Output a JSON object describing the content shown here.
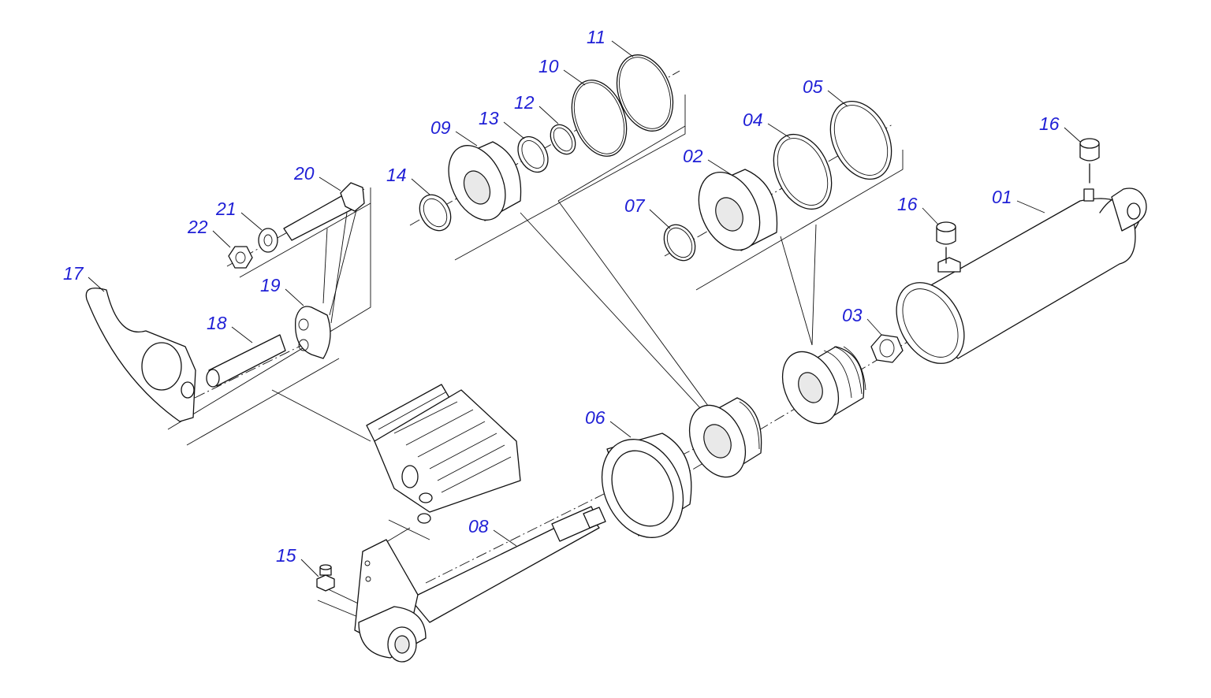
{
  "labels": {
    "p01": "01",
    "p02": "02",
    "p03": "03",
    "p04": "04",
    "p05": "05",
    "p06": "06",
    "p07": "07",
    "p08": "08",
    "p09": "09",
    "p10": "10",
    "p11": "11",
    "p12": "12",
    "p13": "13",
    "p14": "14",
    "p15": "15",
    "p16a": "16",
    "p16b": "16",
    "p17": "17",
    "p18": "18",
    "p19": "19",
    "p20": "20",
    "p21": "21",
    "p22": "22"
  },
  "colors": {
    "label_text": "#1f1fd6",
    "line_art": "#111111",
    "background": "#ffffff"
  }
}
